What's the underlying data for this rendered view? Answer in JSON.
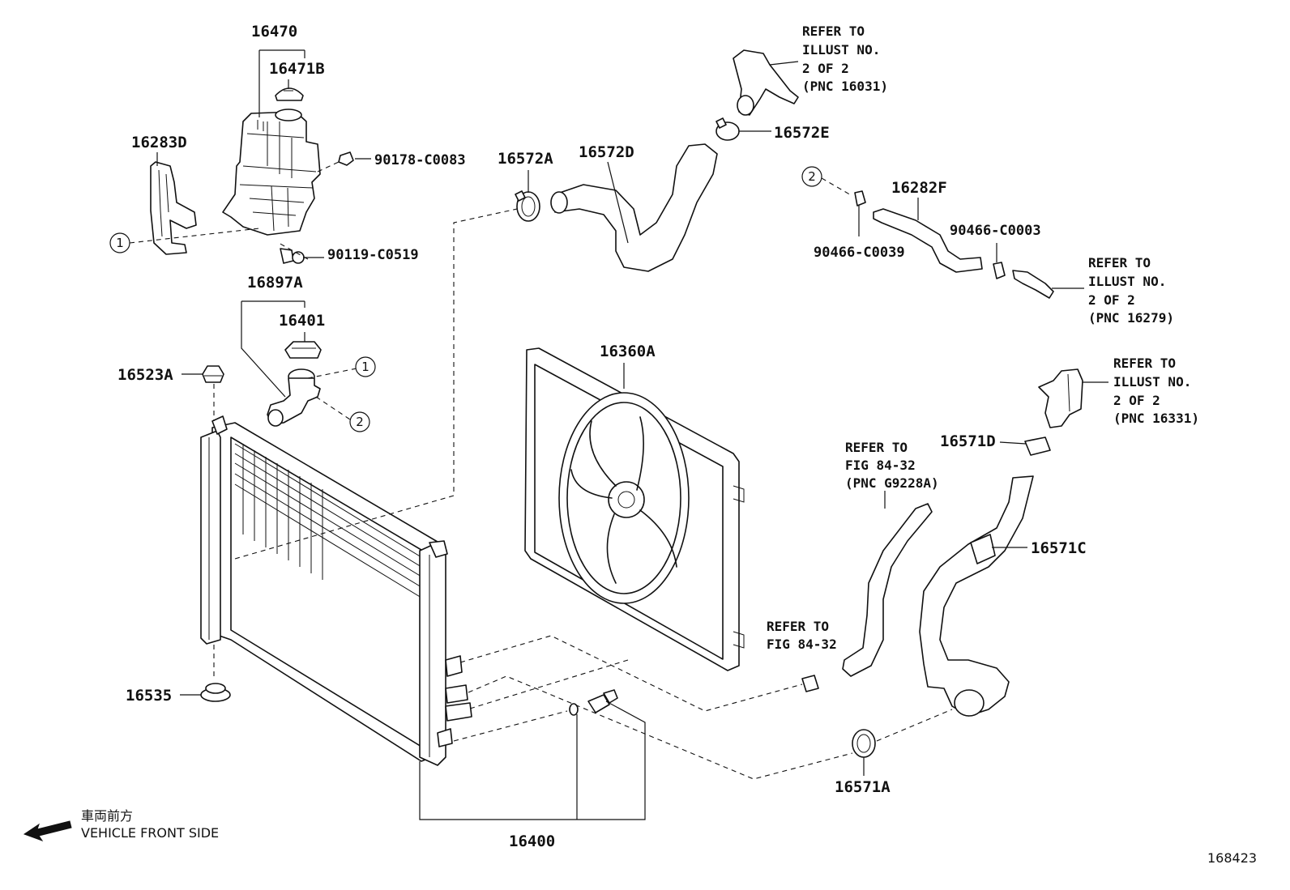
{
  "parts": {
    "p16470": "16470",
    "p16471B": "16471B",
    "p16283D": "16283D",
    "p90178": "90178-C0083",
    "p90119": "90119-C0519",
    "p16897A": "16897A",
    "p16401": "16401",
    "p16523A": "16523A",
    "p16535": "16535",
    "p16400": "16400",
    "p16572A": "16572A",
    "p16572D": "16572D",
    "p16572E": "16572E",
    "p16360A": "16360A",
    "p16282F": "16282F",
    "p90466a": "90466-C0039",
    "p90466b": "90466-C0003",
    "p16571D": "16571D",
    "p16571C": "16571C",
    "p16571A": "16571A"
  },
  "refs": {
    "r16031": [
      "REFER TO",
      "ILLUST NO.",
      "2 OF 2",
      "(PNC 16031)"
    ],
    "r16279": [
      "REFER TO",
      "ILLUST NO.",
      "2 OF 2",
      "(PNC 16279)"
    ],
    "r16331": [
      "REFER TO",
      "ILLUST NO.",
      "2 OF 2",
      "(PNC 16331)"
    ],
    "rG9228A": [
      "REFER TO",
      "FIG 84-32",
      "(PNC G9228A)"
    ],
    "rFig": [
      "REFER TO",
      "FIG 84-32"
    ]
  },
  "callouts": {
    "one": "1",
    "two": "2"
  },
  "footer": {
    "direction_jp": "車両前方",
    "direction_en": "VEHICLE FRONT SIDE",
    "illustration_no": "168423"
  },
  "icons": {
    "front_arrow": "arrow-left-icon"
  }
}
